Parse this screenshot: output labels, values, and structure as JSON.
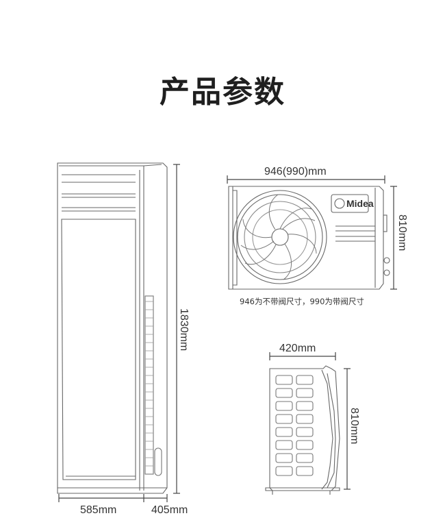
{
  "title": "产品参数",
  "indoor_unit": {
    "height_label": "1830mm",
    "width_label": "585mm",
    "depth_label": "405mm"
  },
  "outdoor_front": {
    "width_label": "946(990)mm",
    "height_label": "810mm",
    "brand": "Midea",
    "note": "946为不带阀尺寸，990为带阀尺寸"
  },
  "outdoor_side": {
    "depth_label": "420mm",
    "height_label": "810mm"
  },
  "colors": {
    "line": "#555555",
    "light": "#9a9a9a"
  }
}
